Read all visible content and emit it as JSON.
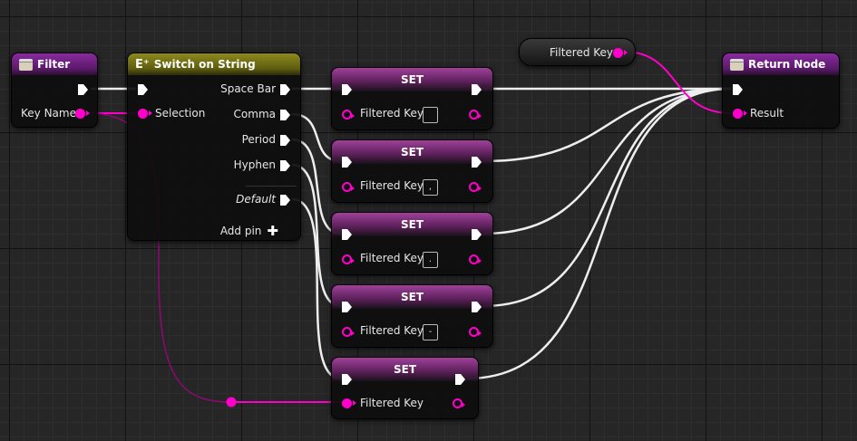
{
  "filter": {
    "title": "Filter",
    "key_name": "Key Name"
  },
  "switch": {
    "title": "Switch on String",
    "selection": "Selection",
    "outputs": [
      "Space Bar",
      "Comma",
      "Period",
      "Hyphen"
    ],
    "default": "Default",
    "add_pin": "Add pin"
  },
  "set_nodes": [
    {
      "title": "SET",
      "label": "Filtered Key",
      "value": ""
    },
    {
      "title": "SET",
      "label": "Filtered Key",
      "value": ","
    },
    {
      "title": "SET",
      "label": "Filtered Key",
      "value": "."
    },
    {
      "title": "SET",
      "label": "Filtered Key",
      "value": "-"
    },
    {
      "title": "SET",
      "label": "Filtered Key"
    }
  ],
  "getter": {
    "label": "Filtered Key"
  },
  "return_node": {
    "title": "Return Node",
    "result": "Result"
  },
  "colors": {
    "string_pin": "#ff00cc",
    "exec": "#ffffff",
    "function_header": "#7a2490",
    "switch_header": "#7d7b18"
  }
}
